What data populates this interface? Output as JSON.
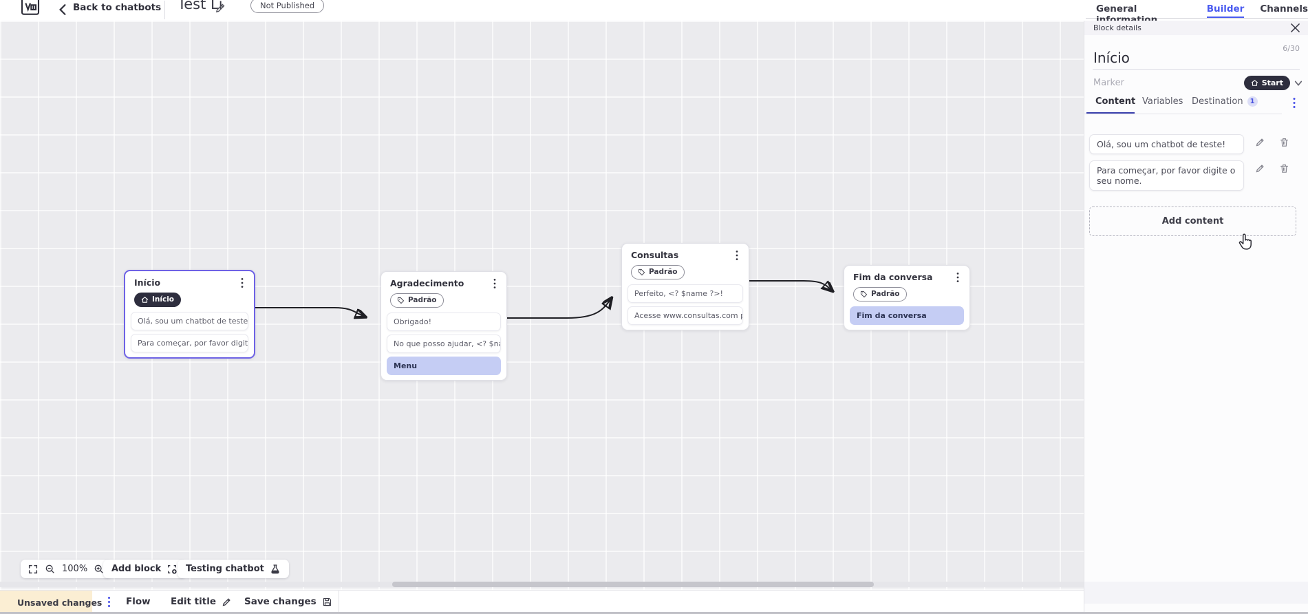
{
  "colors": {
    "accent_blue": "#4a5bf0",
    "indigo_underline": "#3b41ad",
    "selected_block_border": "#6e62e5",
    "dark_marker_pill": "#2e2e3e",
    "highlight_item_bg": "#c5cdf4",
    "warning_bg": "#fbeed3",
    "warning_icon": "#e8a33d"
  },
  "topbar": {
    "back_label": "Back to chatbots",
    "title": "Test Li",
    "status_badge": "Not Published",
    "tabs": [
      {
        "label": "General information",
        "active": false
      },
      {
        "label": "Builder",
        "active": true
      },
      {
        "label": "Channels",
        "active": false
      }
    ]
  },
  "panel": {
    "header_label": "Block details",
    "block_name": "Início",
    "char_counter": "6/30",
    "marker_label": "Marker",
    "marker_value": "Start",
    "tabs": {
      "content": "Content",
      "variables": "Variables",
      "destination": "Destination",
      "destination_badge": "1"
    },
    "messages": [
      {
        "text": "Olá, sou um chatbot de teste!"
      },
      {
        "text": "Para começar, por favor digite o seu nome."
      }
    ],
    "add_content_label": "Add content"
  },
  "canvas": {
    "blocks": [
      {
        "title": "Início",
        "badge_label": "Início",
        "items": [
          {
            "text": "Olá, sou um chatbot de teste!"
          },
          {
            "text": "Para começar, por favor digite o ..."
          }
        ]
      },
      {
        "title": "Agradecimento",
        "badge_label": "Padrão",
        "items": [
          {
            "text": "Obrigado!"
          },
          {
            "text": "No que posso ajudar, <? $name ..."
          },
          {
            "text": "Menu"
          }
        ]
      },
      {
        "title": "Consultas",
        "badge_label": "Padrão",
        "items": [
          {
            "text": "Perfeito, <? $name ?>!"
          },
          {
            "text": "Acesse www.consultas.com par..."
          }
        ]
      },
      {
        "title": "Fim da conversa",
        "badge_label": "Padrão",
        "items": [
          {
            "text": "Fim da conversa"
          }
        ]
      }
    ],
    "controls": {
      "zoom_level": "100%",
      "add_block_label": "Add block",
      "testing_label": "Testing chatbot"
    }
  },
  "footer": {
    "unsaved_label": "Unsaved changes",
    "flow_tab_label": "Flow",
    "edit_title_label": "Edit title",
    "save_label": "Save changes"
  }
}
